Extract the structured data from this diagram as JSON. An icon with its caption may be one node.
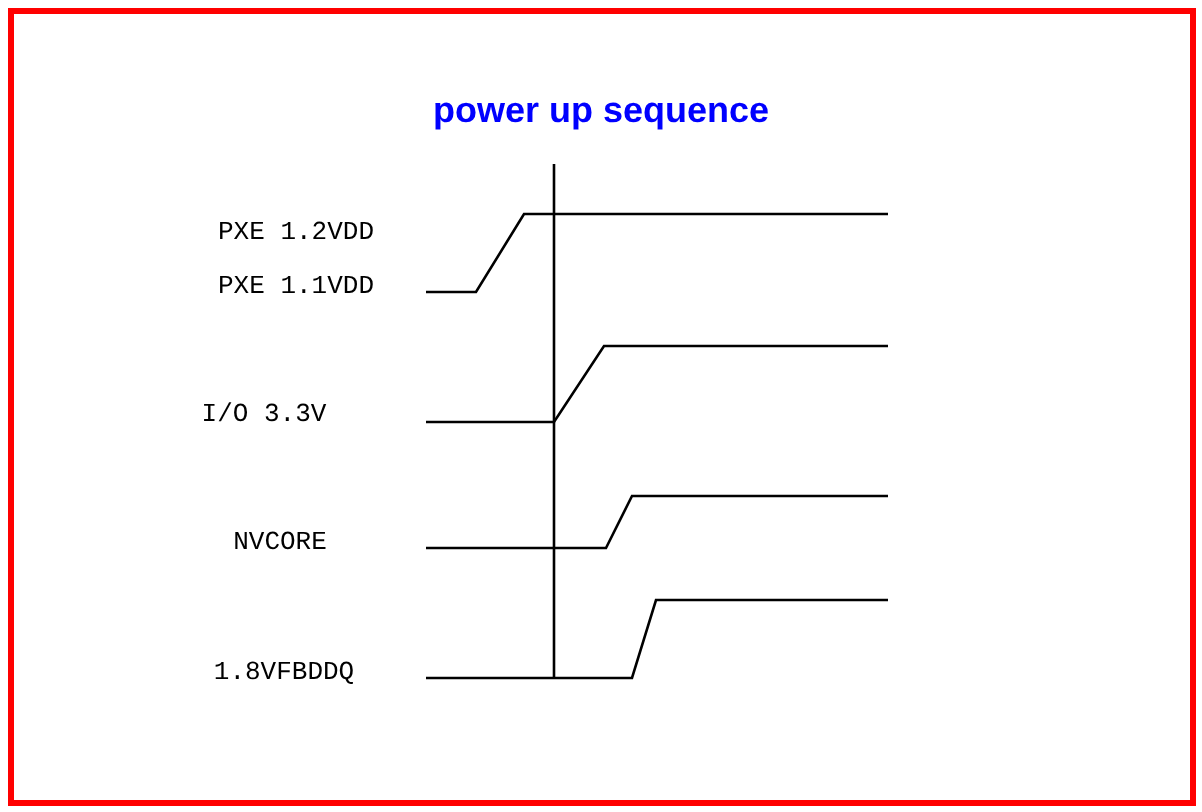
{
  "diagram": {
    "title": "power up sequence",
    "labels": [
      "PXE 1.2VDD",
      "PXE 1.1VDD",
      "I/O 3.3V",
      "NVCORE",
      "1.8VFBDDQ"
    ]
  }
}
